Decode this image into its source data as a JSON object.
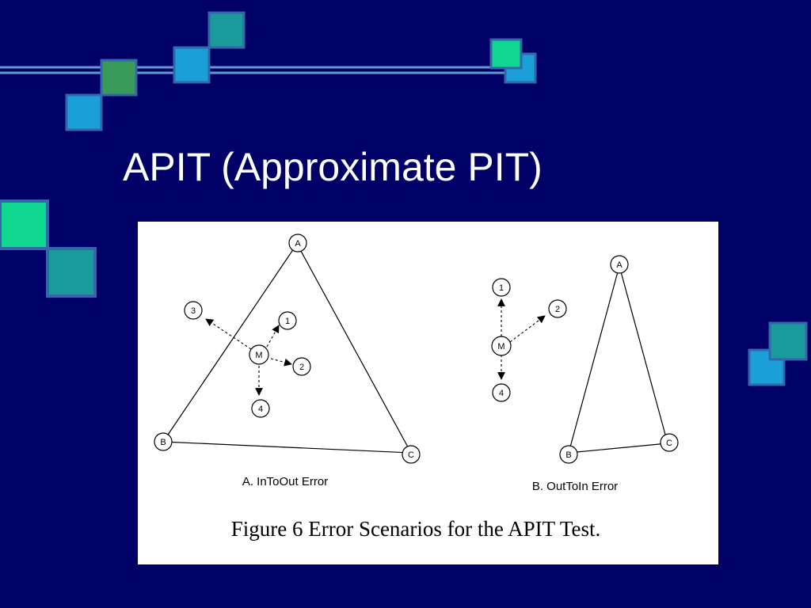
{
  "slide": {
    "title": "APIT (Approximate PIT)",
    "colors": {
      "background": "#000066",
      "line": "#6699cc",
      "square_teal": "#1a9a9a",
      "square_blue": "#1a9fd8",
      "square_green": "#3a9a5a",
      "square_mint": "#10d890",
      "square_border": "#3366aa"
    }
  },
  "figure": {
    "caption": "Figure 6 Error Scenarios for the APIT Test.",
    "scenario_a": {
      "caption": "A. InToOut Error",
      "nodes": {
        "A": "A",
        "B": "B",
        "C": "C",
        "M": "M",
        "n1": "1",
        "n2": "2",
        "n3": "3",
        "n4": "4"
      }
    },
    "scenario_b": {
      "caption": "B. OutToIn Error",
      "nodes": {
        "A": "A",
        "B": "B",
        "C": "C",
        "M": "M",
        "n1": "1",
        "n2": "2",
        "n4": "4"
      }
    }
  }
}
